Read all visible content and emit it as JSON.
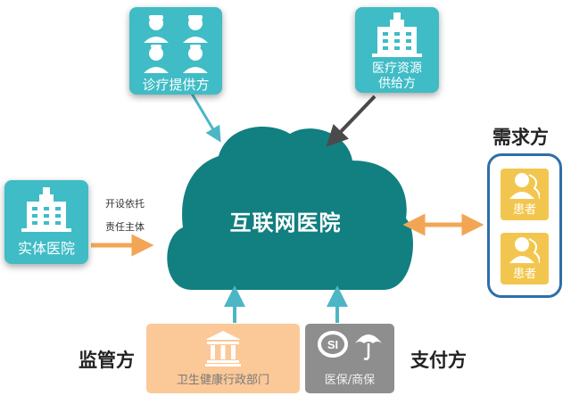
{
  "center": {
    "title": "互联网医院",
    "color": "#127f80"
  },
  "providers": {
    "medical": {
      "label": "诊疗提供方",
      "icon": "doctors-nurses-icon"
    },
    "resources": {
      "label_line1": "医疗资源",
      "label_line2": "供给方",
      "icon": "hospital-icon"
    },
    "physical_hospital": {
      "label": "实体医院",
      "icon": "hospital-icon"
    }
  },
  "relation_labels": {
    "line1": "开设依托",
    "line2": "责任主体"
  },
  "demand": {
    "heading": "需求方",
    "patients": [
      {
        "label": "患者"
      },
      {
        "label": "患者"
      }
    ]
  },
  "regulator": {
    "heading": "监管方",
    "label": "卫生健康行政部门",
    "icon": "government-building-icon"
  },
  "payer": {
    "heading": "支付方",
    "label": "医保/商保",
    "icon": "social-insurance-umbrella-icon"
  },
  "colors": {
    "tile": "#3fbcc6",
    "cloud": "#127f80",
    "arrow_teal": "#4db6c4",
    "arrow_dark": "#4a4a4a",
    "arrow_orange": "#f2a654",
    "patient": "#f2c64e",
    "patient_border": "#2f6fa8",
    "regulator_bg": "#fbc897",
    "payer_bg": "#8e8e8e"
  }
}
